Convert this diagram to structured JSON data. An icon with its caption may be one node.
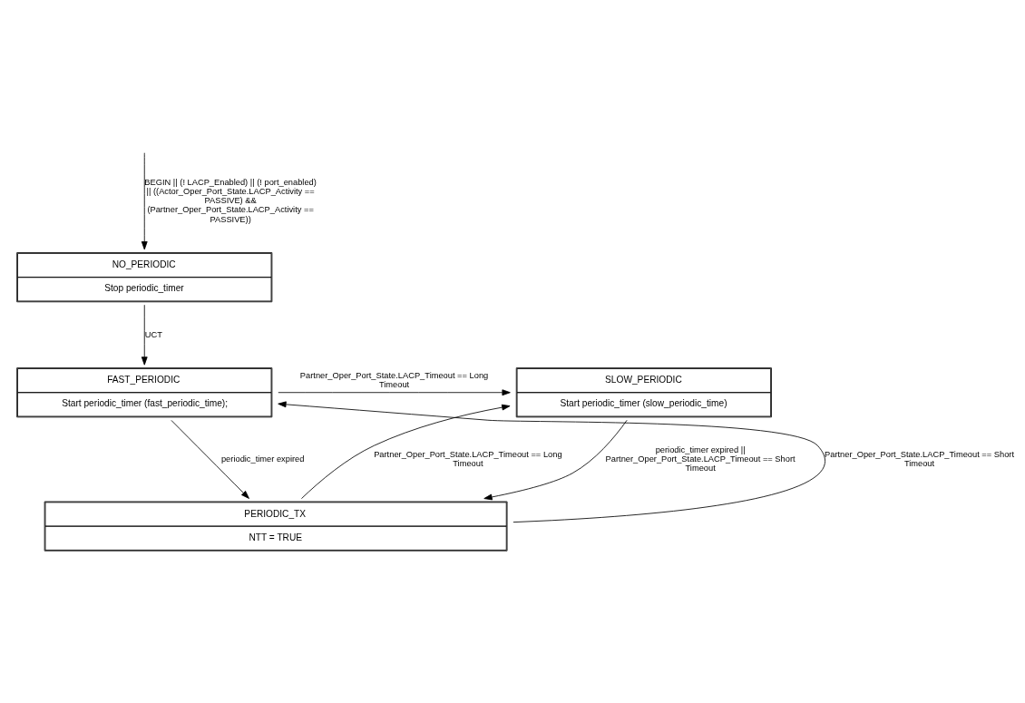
{
  "diagram": {
    "nodes": [
      {
        "text": [
          "NO_PERIODIC",
          "Stop periodic_timer"
        ]
      },
      {
        "text": [
          "FAST_PERIODIC",
          "Start periodic_timer (fast_periodic_time);"
        ]
      },
      {
        "text": [
          "SLOW_PERIODIC",
          "Start periodic_timer (slow_periodic_time)"
        ]
      },
      {
        "text": [
          "PERIODIC_TX",
          "NTT = TRUE"
        ]
      }
    ],
    "edges": [
      {
        "from": null,
        "to": 0,
        "arrow": "to",
        "label": "BEGIN || (! LACP_Enabled) || (! port_enabled) || ((Actor_Oper_Port_State.LACP_Activity == PASSIVE) && (Partner_Oper_Port_State.LACP_Activity == PASSIVE))"
      },
      {
        "from": 0,
        "to": 1,
        "arrow": "to",
        "label": "UCT"
      },
      {
        "from": 1,
        "to": 2,
        "arrow": "to",
        "label": "Partner_Oper_Port_State.LACP_Timeout == Long Timeout"
      },
      {
        "from": 1,
        "to": 3,
        "arrow": "to",
        "label": "periodic_timer expired"
      },
      {
        "from": 2,
        "to": 3,
        "arrow": "to",
        "label": "periodic_timer expired || Partner_Oper_Port_State.LACP_Timeout == Short Timeout"
      },
      {
        "from": 3,
        "to": 1,
        "arrow": "to",
        "label": "Partner_Oper_Port_State.LACP_Timeout == Short Timeout"
      },
      {
        "from": 3,
        "to": 2,
        "arrow": "to",
        "label": "Partner_Oper_Port_State.LACP_Timeout == Long Timeout"
      }
    ]
  }
}
